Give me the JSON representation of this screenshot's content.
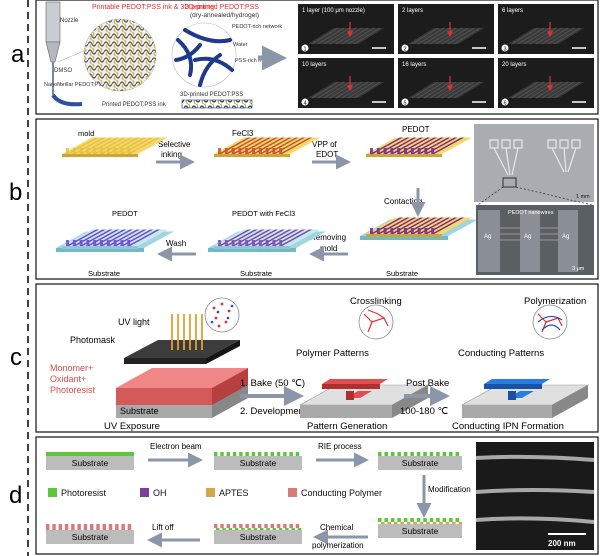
{
  "panel_labels": [
    "a",
    "b",
    "c",
    "d"
  ],
  "panel_a": {
    "printable_label": "Printable PEDOT:PSS ink & 3D printing",
    "printed_label_line1": "3D-printed PEDOT:PSS",
    "printed_label_line2": "(dry-annealed/hydrogel)",
    "nozzle": "Nozzle",
    "dmso": "DMSO",
    "nanofibrillar": "Nanofibrillar PEDOT:PSS",
    "pedot_rich_net": "PEDOT-rich network",
    "water": "Water",
    "pss_rich": "PSS-rich matrix",
    "printed_ink": "Printed PEDOT:PSS ink",
    "printed_3d": "3D-printed PEDOT:PSS",
    "photos": [
      {
        "n": "1",
        "label": "1 layer (100 μm nozzle)"
      },
      {
        "n": "2",
        "label": "2 layers"
      },
      {
        "n": "3",
        "label": "6 layers"
      },
      {
        "n": "4",
        "label": "10 layers"
      },
      {
        "n": "5",
        "label": "16 layers"
      },
      {
        "n": "6",
        "label": "20 layers"
      }
    ]
  },
  "panel_b": {
    "mold": "mold",
    "selective": "Selective",
    "inking": "inking",
    "fecl3": "FeCl3",
    "vpp_of": "VPP of",
    "edot": "EDOT",
    "pedot": "PEDOT",
    "contacting": "Contacting",
    "removing": "Removing",
    "mold2": "mold",
    "pedot_fecl3": "PEDOT with FeCl3",
    "wash": "Wash",
    "pedot2": "PEDOT",
    "substrate": "Substrate",
    "scale1": "1 mm",
    "nanowires": "PEDOT nanowires",
    "ag": "Ag",
    "scale2": "3 μm"
  },
  "panel_c": {
    "uv_light": "UV light",
    "photomask": "Photomask",
    "monomer": "Monomer+",
    "oxidant": "Oxidant+",
    "photoresist": "Photoresist",
    "substrate": "Substrate",
    "step1": "1. Bake (50 ℃)",
    "step2": "2. Development",
    "uv_exposure": "UV Exposure",
    "crosslinking": "Crosslinking",
    "polymer_patterns": "Polymer Patterns",
    "pattern_generation": "Pattern Generation",
    "post_bake": "Post Bake",
    "temp": "100-180 ℃",
    "polymerization": "Polymerization",
    "conducting_patterns": "Conducting Patterns",
    "conducting_ipn": "Conducting IPN Formation"
  },
  "panel_d": {
    "substrate": "Substrate",
    "electron_beam": "Electron beam",
    "rie": "RIE process",
    "modification": "Modification",
    "chemical": "Chemical",
    "polymerization": "polymerization",
    "lift_off": "Lift off",
    "scale": "200 nm",
    "legend": [
      {
        "label": "Photoresist",
        "color": "#5fc63b"
      },
      {
        "label": "OH",
        "color": "#7b3fa0"
      },
      {
        "label": "APTES",
        "color": "#d6a64a"
      },
      {
        "label": "Conducting Polymer",
        "color": "#d97a7a"
      }
    ]
  }
}
